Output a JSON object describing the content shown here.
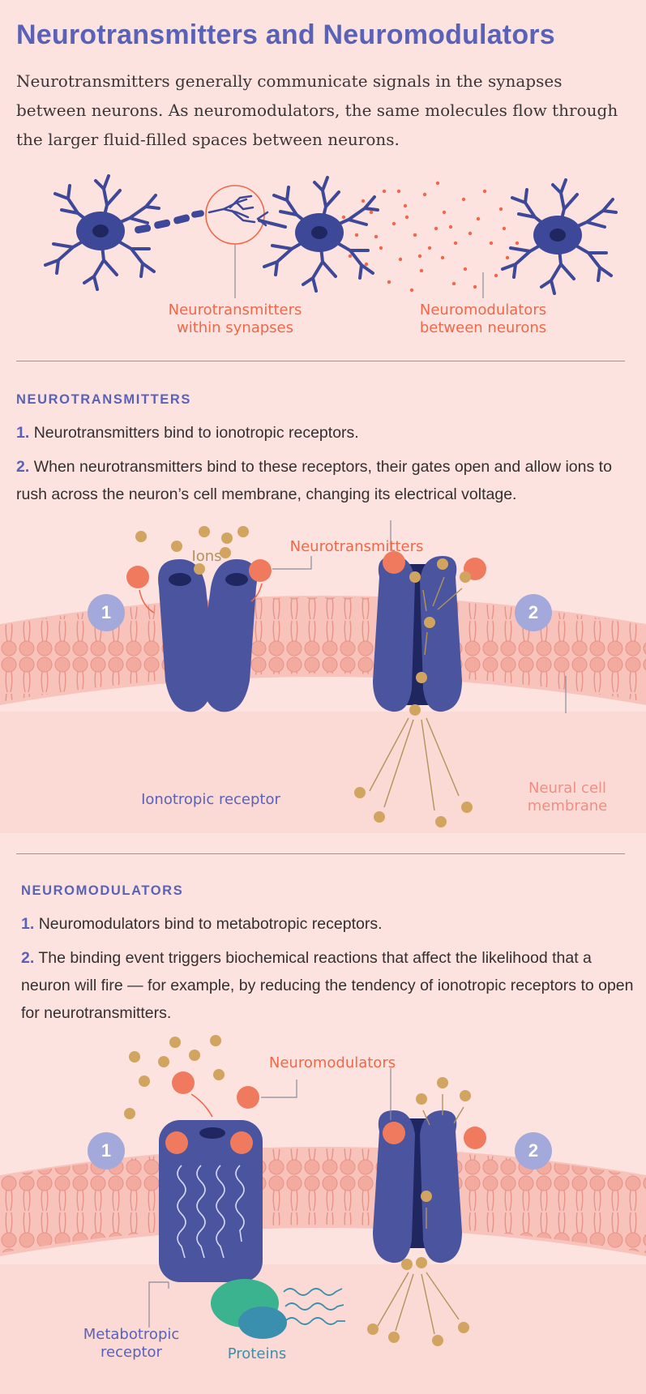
{
  "title": "Neurotransmitters and Neuromodulators",
  "intro": "Neurotransmitters generally communicate signals in the synapses between neurons. As neuromodulators, the same molecules flow through the larger fluid-filled spaces between neurons.",
  "top_diagram": {
    "label_synapse_line1": "Neurotransmitters",
    "label_synapse_line2": "within synapses",
    "label_between_line1": "Neuromodulators",
    "label_between_line2": "between neurons"
  },
  "neurotransmitters": {
    "heading": "NEUROTRANSMITTERS",
    "step1_num": "1.",
    "step1_text": "Neurotransmitters bind to ionotropic receptors.",
    "step2_num": "2.",
    "step2_text": "When neurotransmitters bind to these receptors, their gates open and allow ions to rush across the neuron’s cell membrane, changing its electrical voltage.",
    "label_ions": "Ions",
    "label_neurotransmitters": "Neurotransmitters",
    "label_receptor": "Ionotropic receptor",
    "label_membrane_line1": "Neural cell",
    "label_membrane_line2": "membrane",
    "badge1": "1",
    "badge2": "2"
  },
  "neuromodulators": {
    "heading": "NEUROMODULATORS",
    "step1_num": "1.",
    "step1_text": "Neuromodulators bind to metabotropic receptors.",
    "step2_num": "2.",
    "step2_text": "The binding event triggers biochemical reactions that affect the likelihood that a neuron will fire — for example, by reducing the tendency of ionotropic receptors to open for neurotransmitters.",
    "label_neuromodulators": "Neuromodulators",
    "label_receptor_line1": "Metabotropic",
    "label_receptor_line2": "receptor",
    "label_proteins": "Proteins",
    "badge1": "1",
    "badge2": "2"
  },
  "colors": {
    "background": "#fde3df",
    "accent_blue": "#5a62b8",
    "neuron_blue": "#3e4898",
    "accent_orange": "#f0684a",
    "membrane_pink": "#f3a79c",
    "ion_gold": "#d1a45f",
    "protein_green": "#3bb38f"
  }
}
